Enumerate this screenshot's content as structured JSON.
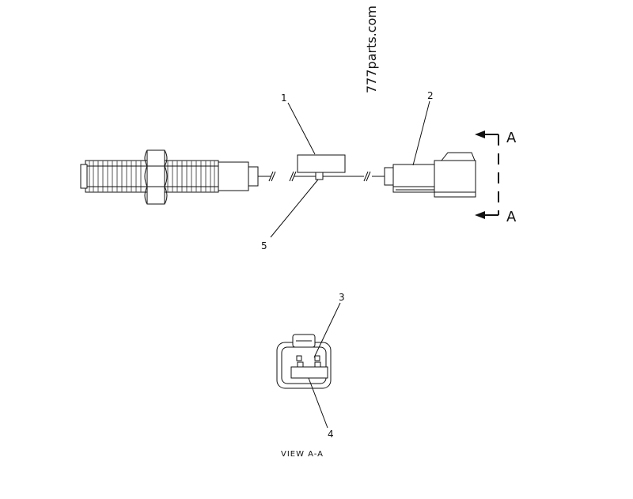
{
  "watermark": "777parts.com",
  "callouts": {
    "c1": "1",
    "c2": "2",
    "c3": "3",
    "c4": "4",
    "c5": "5"
  },
  "section_marks": {
    "top": "A",
    "bottom": "A"
  },
  "view_caption": "VIEW A-A",
  "colors": {
    "line": "#111111",
    "background": "#ffffff"
  }
}
